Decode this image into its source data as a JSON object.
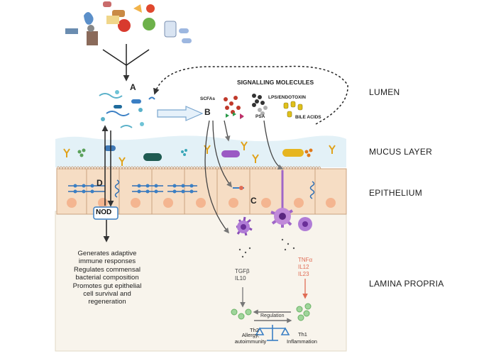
{
  "regions": {
    "lumen": "LUMEN",
    "mucus": "MUCUS LAYER",
    "epithelium": "EPITHELIUM",
    "lamina": "LAMINA PROPRIA"
  },
  "signalling": {
    "title": "SIGNALLING MOLECULES",
    "scfa": "SCFAs",
    "lps": "LPS/ENDOTOXIN",
    "psa": "PSA",
    "bile": "BILE ACIDS"
  },
  "markers": {
    "a": "A",
    "b": "B",
    "c": "C",
    "d": "D"
  },
  "nod": {
    "label": "NOD",
    "effects": [
      "Generates adaptive",
      "immune responses",
      "Regulates commensal",
      "bacterial composition",
      "Promotes gut epithelial",
      "cell survival and",
      "regeneration"
    ]
  },
  "cytokines": {
    "anti": [
      "TGFβ",
      "IL10"
    ],
    "pro": [
      "TNFα",
      "IL12",
      "IL23"
    ]
  },
  "balance": {
    "regulation": "Regulation",
    "th2": "Th2",
    "th2_desc": [
      "Allergy,",
      "autoimmunity"
    ],
    "th1": "Th1",
    "th1_desc": "Inflammation"
  },
  "colors": {
    "lamina_bg": "#f8f4ec",
    "mucus_bg": "#e3f1f7",
    "cell_fill": "#f6ddc4",
    "nucleus": "#f4b590",
    "pro_cytokine": "#e06c55",
    "th_cell": "#9fd59a"
  }
}
